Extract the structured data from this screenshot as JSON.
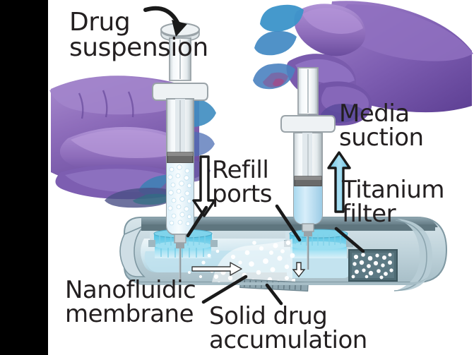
{
  "figure": {
    "title": "Nanofluidic implant refill and drug delivery illustration",
    "background_color": "#ffffff",
    "left_band_color": "#000000",
    "text_color": "#231f20"
  },
  "labels": {
    "drug_suspension": "Drug\nsuspension",
    "refill_ports": "Refill\nports",
    "media_suction": "Media\nsuction",
    "titanium_filter": "Titanium\nfilter",
    "nanofluidic_membrane": "Nanofluidic\nmembrane",
    "solid_drug_accumulation": "Solid drug\naccumulation"
  },
  "colors": {
    "glove_purple": "#8b6cb8",
    "glove_purple_dark": "#5b3f8f",
    "glove_purple_light": "#a78bd0",
    "glove_blue_accent": "#3a8fc4",
    "glove_teal_accent": "#2f7fa8",
    "syringe_body": "#e9eef0",
    "syringe_outline": "#9aa3a8",
    "syringe_stopper": "#6a6a6a",
    "media_liquid": "#c6e4f3",
    "suspension_fill": "#eef8fd",
    "particle_white": "#ffffff",
    "implant_shell": "#b9cdd6",
    "implant_shell_light": "#d5e3e9",
    "implant_shell_dark": "#6f8690",
    "reservoir_cyan": "#5ec8e8",
    "reservoir_cyan_light": "#9ddff1",
    "reservoir_pale": "#cfe9f2",
    "titanium_filter_dark": "#4f6b74",
    "arrow_up_fill": "#7ecbe8",
    "arrow_down_fill": "#ffffff",
    "leader_line": "#1a1a1a"
  },
  "arrows": {
    "curved_top": "curved-arrow-down-into-plunger",
    "refill_down": "white-down-arrow",
    "media_up": "cyan-up-arrow",
    "drug_flow": "white-right-arrow-inside-reservoir",
    "media_inflow": "white-down-arrow-inside-right-port"
  },
  "components": {
    "left_syringe": "drug-suspension-syringe",
    "right_syringe": "media-suction-syringe",
    "left_hand": "gloved-left-hand",
    "right_hand": "gloved-right-hand",
    "implant": "nanofluidic-capsule-implant",
    "ports": 2,
    "filter": "titanium-filter-block"
  }
}
